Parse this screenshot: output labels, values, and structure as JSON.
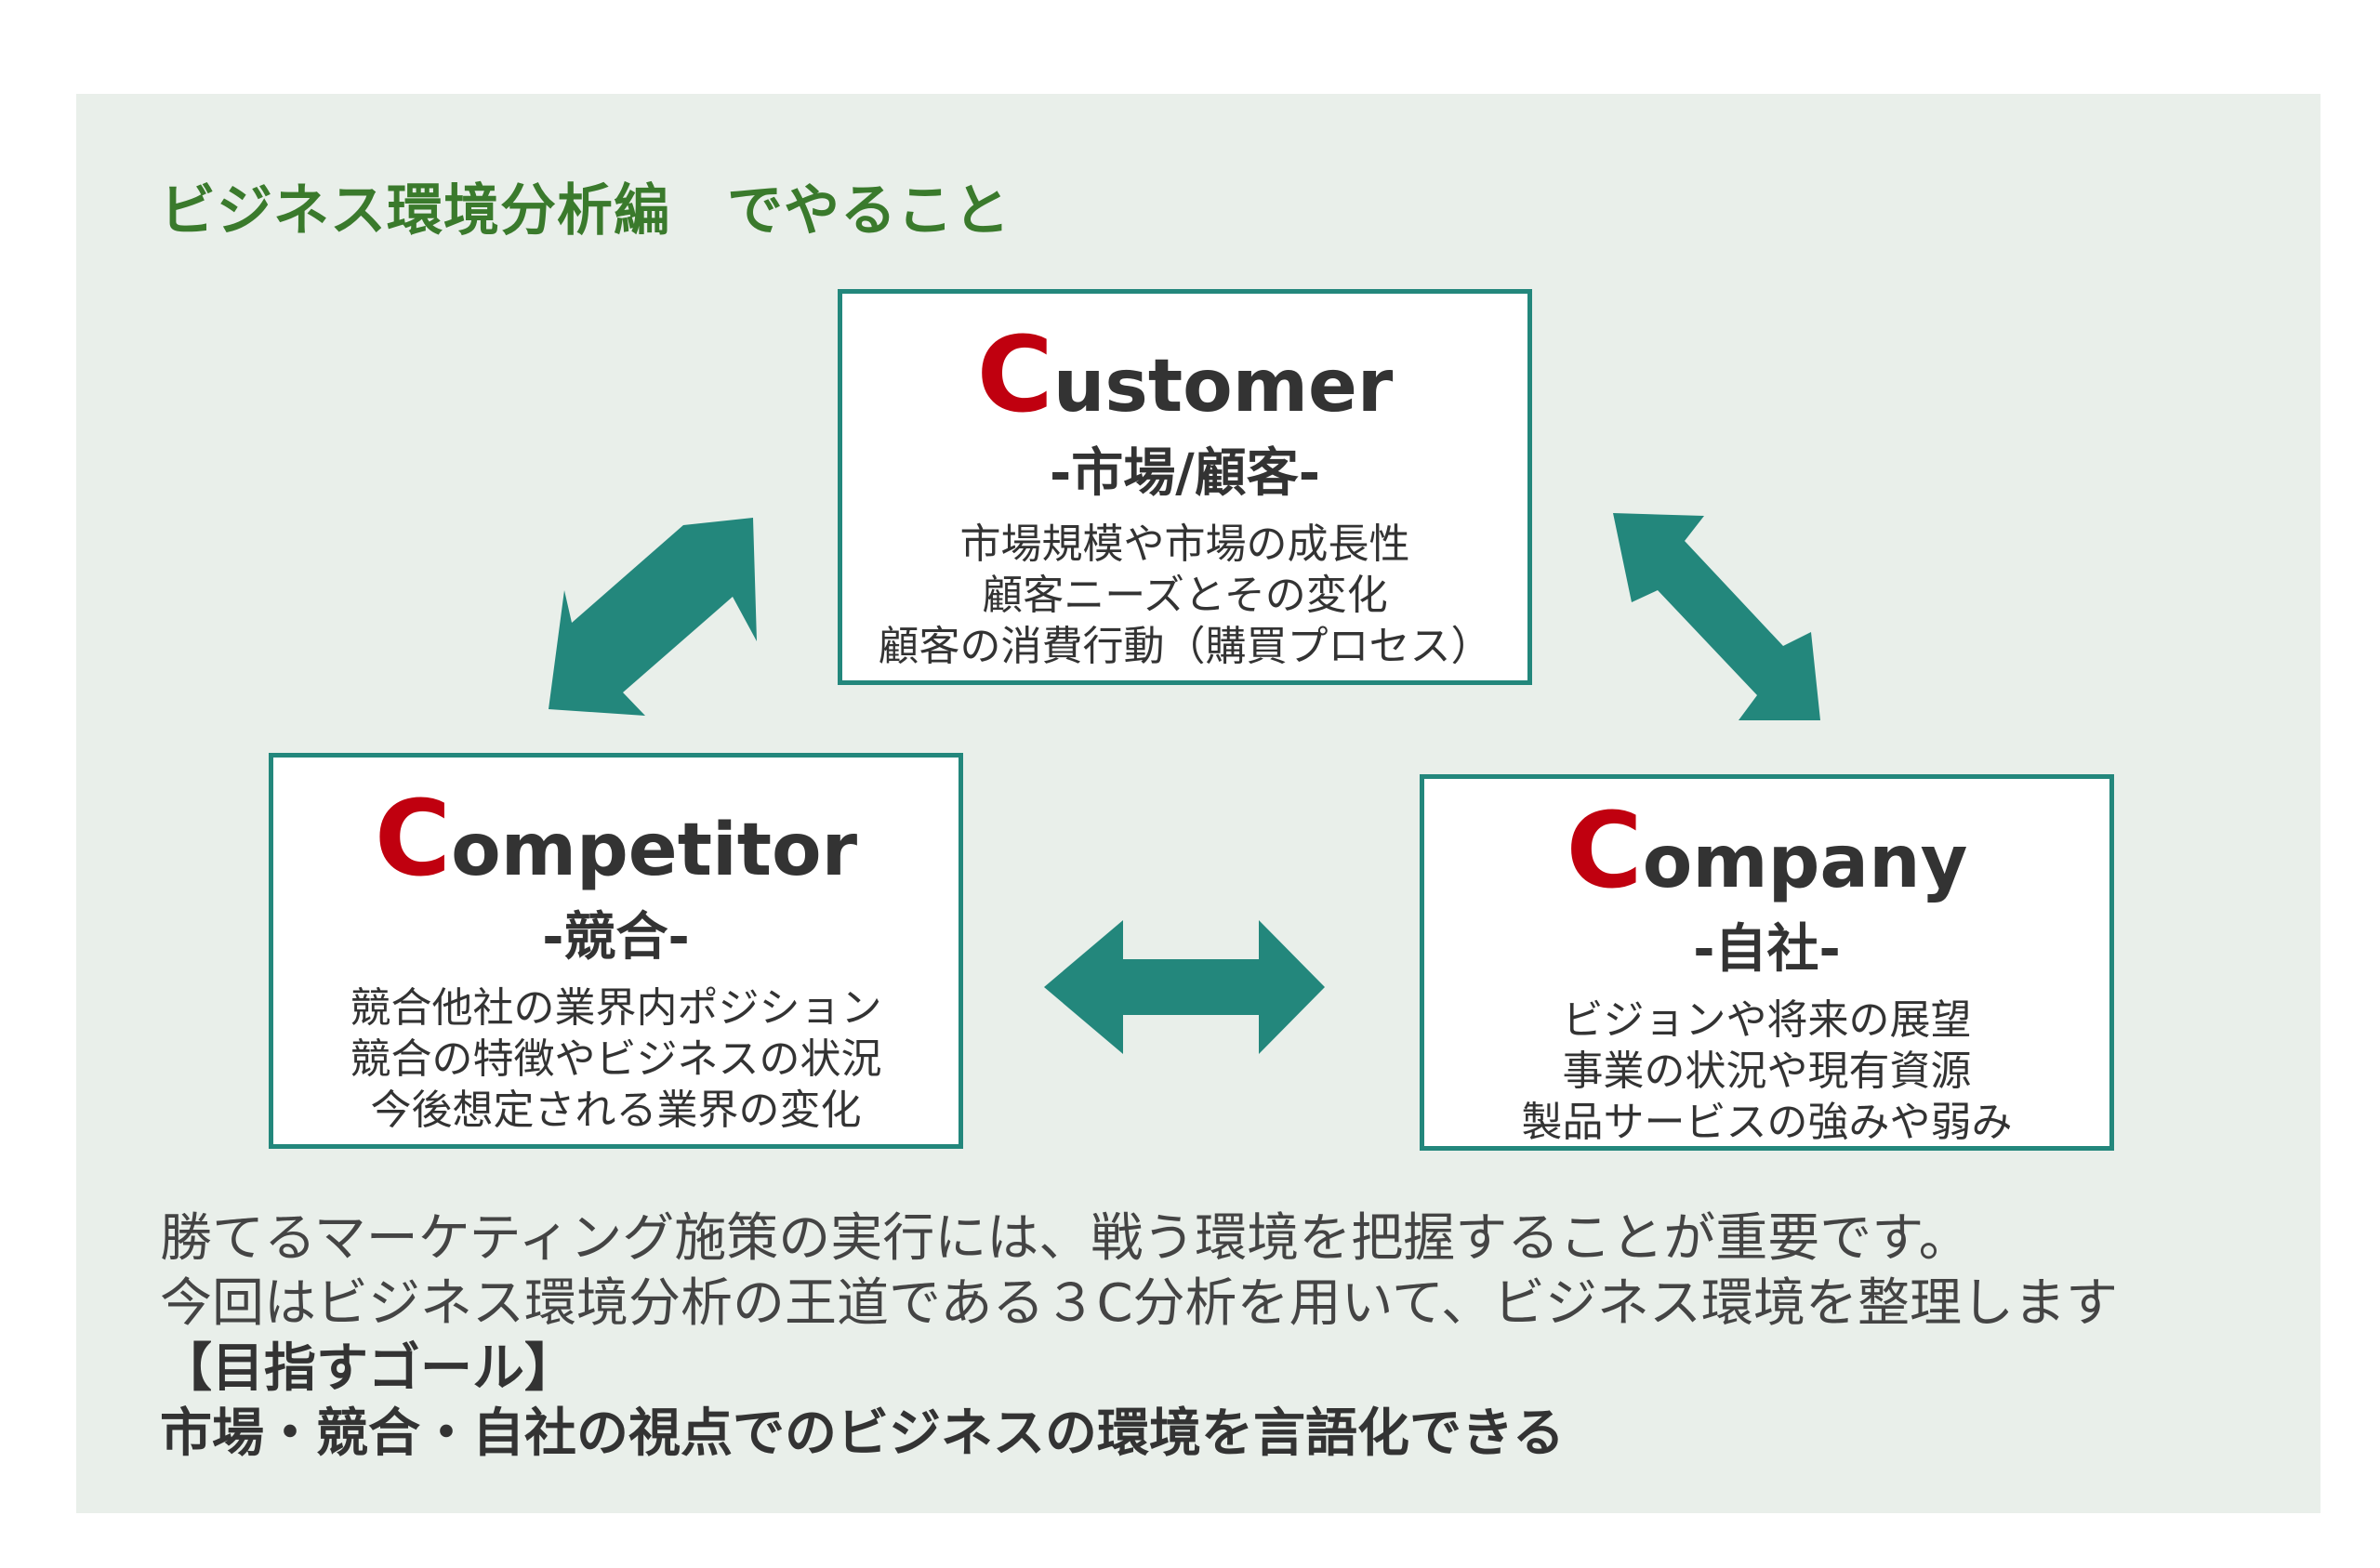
{
  "heading": "ビジネス環境分析編　でやること",
  "boxes": {
    "customer": {
      "initial": "C",
      "rest": "ustomer",
      "subtitle": "-市場/顧客-",
      "lines": [
        "市場規模や市場の成長性",
        "顧客ニーズとその変化",
        "顧客の消費行動（購買プロセス）"
      ]
    },
    "competitor": {
      "initial": "C",
      "rest": "ompetitor",
      "subtitle": "-競合-",
      "lines": [
        "競合他社の業界内ポジション",
        "競合の特徴やビジネスの状況",
        "今後想定される業界の変化"
      ]
    },
    "company": {
      "initial": "C",
      "rest": "ompany",
      "subtitle": "-自社-",
      "lines": [
        "ビジョンや将来の展望",
        "事業の状況や現有資源",
        "製品サービスの強みや弱み"
      ]
    }
  },
  "body": {
    "line1": "勝てるマーケティング施策の実行には、戦う環境を把握することが重要です。",
    "line2": "今回はビジネス環境分析の王道である３C分析を用いて、ビジネス環境を整理します",
    "goal_label": "【目指すゴール】",
    "goal_text": "市場・競合・自社の視点でのビジネスの環境を言語化できる"
  },
  "colors": {
    "panel": "#e9efea",
    "heading": "#3a7a2c",
    "accent": "#23877c",
    "initial": "#c0000f",
    "text": "#333333"
  }
}
